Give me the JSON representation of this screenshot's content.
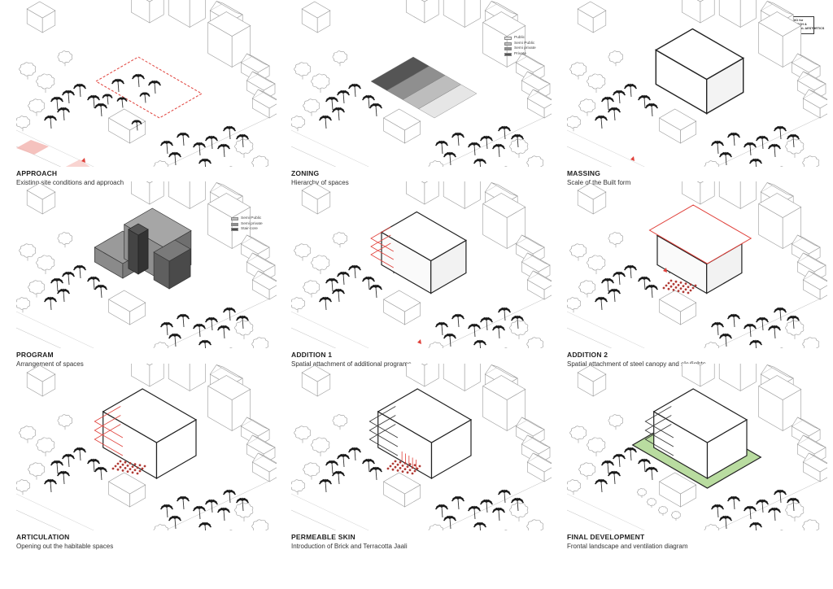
{
  "logo": {
    "line1": "STUDIO for",
    "line2": "RESEARCH &",
    "line3": "PRACTICAL AESTHETICS"
  },
  "panels": [
    {
      "title": "APPROACH",
      "subtitle": "Existing site conditions and approach"
    },
    {
      "title": "ZONING",
      "subtitle": "Hierarchy of spaces"
    },
    {
      "title": "MASSING",
      "subtitle": "Scale of the Built form"
    },
    {
      "title": "PROGRAM",
      "subtitle": "Arrangement of spaces"
    },
    {
      "title": "ADDITION 1",
      "subtitle": "Spatial attachment of additional programs"
    },
    {
      "title": "ADDITION 2",
      "subtitle": "Spatial attachment of steel canopy and skylights"
    },
    {
      "title": "ARTICULATION",
      "subtitle": "Opening out the habitable spaces"
    },
    {
      "title": "PERMEABLE SKIN",
      "subtitle": "Introduction of Brick and Terracotta Jaali"
    },
    {
      "title": "FINAL DEVELOPMENT",
      "subtitle": "Frontal landscape and ventilation diagram"
    }
  ],
  "zoning_legend": [
    {
      "label": "Public",
      "color": "#e6e6e6"
    },
    {
      "label": "Semi Public",
      "color": "#bdbdbd"
    },
    {
      "label": "Semi private",
      "color": "#8f8f8f"
    },
    {
      "label": "Private",
      "color": "#555555"
    }
  ],
  "program_legend": [
    {
      "label": "Semi Public",
      "color": "#bdbdbd"
    },
    {
      "label": "Semi private",
      "color": "#8f8f8f"
    },
    {
      "label": "Stair-core",
      "color": "#4a4a4a"
    }
  ],
  "colors": {
    "accent_red": "#e0403a",
    "line": "#222222",
    "context": "#9a9a9a",
    "landscape": "#b9dca0"
  }
}
